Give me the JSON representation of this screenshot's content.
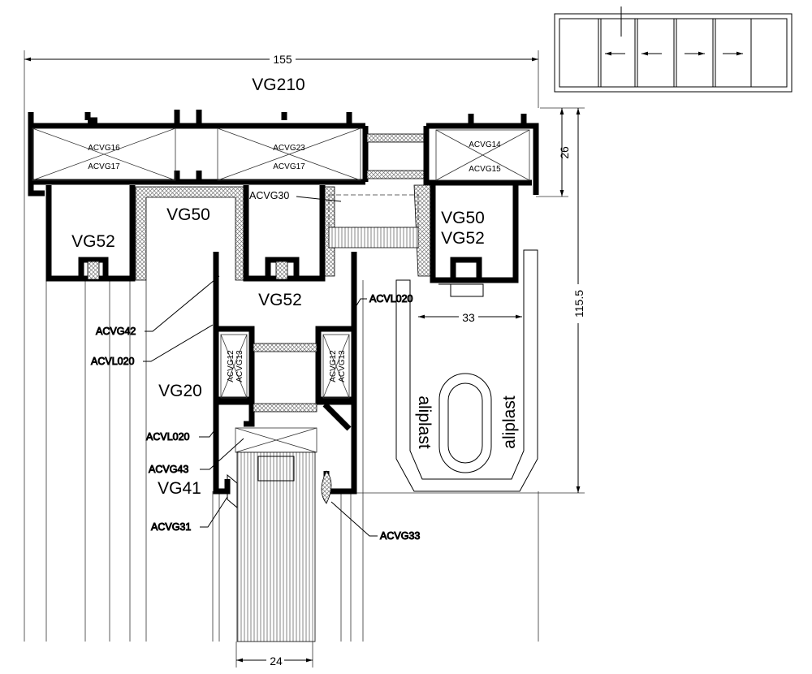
{
  "title": "VG210",
  "dimensions": {
    "overall_width": "155",
    "frame_depth": "26",
    "height": "115.5",
    "track_width": "33",
    "glass_width": "24"
  },
  "profiles": {
    "frame_left": "VG52",
    "frame_mid": "VG50",
    "frame_right_top": "VG50",
    "frame_right_bottom": "VG52",
    "sash": "VG52",
    "sash_lower": "VG20",
    "bead": "VG41",
    "aliplast_left": "aliplast",
    "aliplast_right": "aliplast"
  },
  "components": {
    "insert_left_top": "ACVG16",
    "insert_left_bottom": "ACVG17",
    "insert_mid_top": "ACVG23",
    "insert_mid_bottom": "ACVG17",
    "insert_right_top": "ACVG14",
    "insert_right_bottom": "ACVG15",
    "acvg30": "ACVG30",
    "acvg42": "ACVG42",
    "acvl020_a": "ACVL020",
    "acvl020_b": "ACVL020",
    "acvl020_c": "ACVL020",
    "acvg43": "ACVG43",
    "acvg31": "ACVG31",
    "acvg33": "ACVG33",
    "sash_insert_left_a": "ACVG12",
    "sash_insert_left_b": "ACVG13",
    "sash_insert_right_a": "ACVG12",
    "sash_insert_right_b": "ACVG13"
  }
}
